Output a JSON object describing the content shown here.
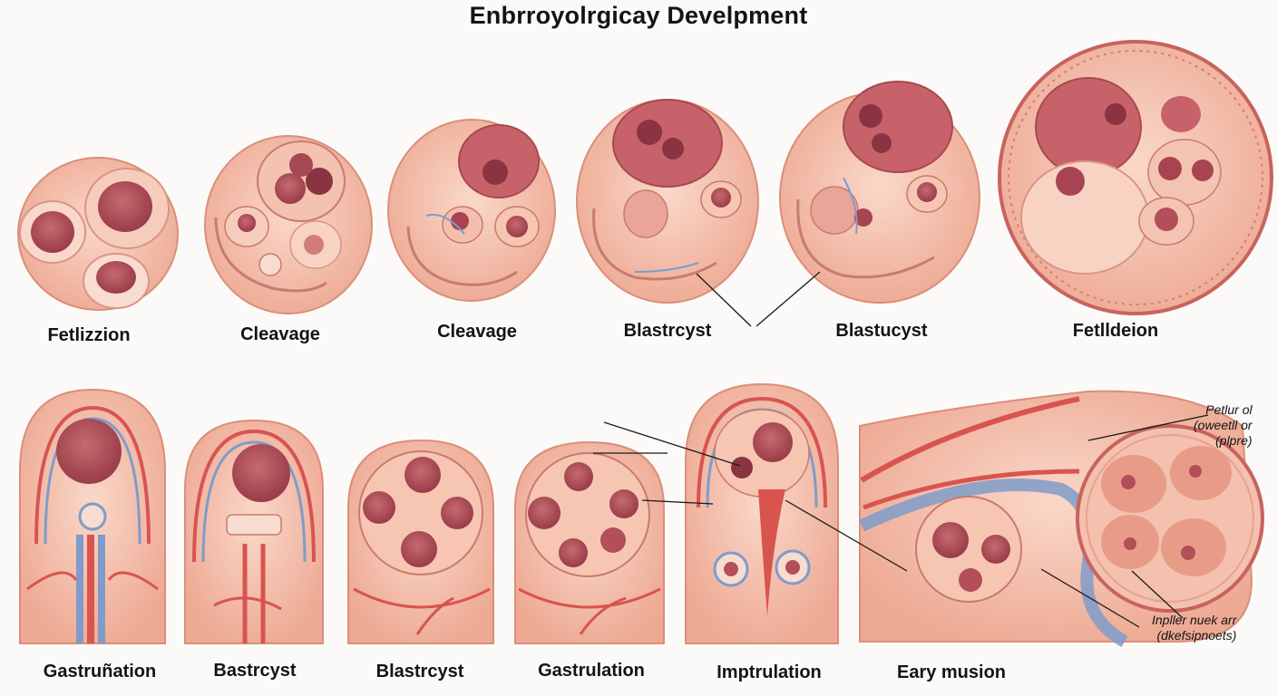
{
  "title": "Enbrroyolrgicay Develpment",
  "top_row": [
    {
      "label": "Fetlizzion"
    },
    {
      "label": "Cleavage"
    },
    {
      "label": "Cleavage"
    },
    {
      "label": "Blastrcyst"
    },
    {
      "label": "Blastucyst"
    },
    {
      "label": "Fetlldeion"
    }
  ],
  "bottom_row": [
    {
      "label": "Gastruñation"
    },
    {
      "label": "Bastrcyst"
    },
    {
      "label": "Blastrcyst"
    },
    {
      "label": "Gastrulation"
    },
    {
      "label": "Imptrulation"
    },
    {
      "label": "Eary musion"
    }
  ],
  "callouts": {
    "upper": [
      "Petlur ol",
      "(oweetll or",
      "(plpre)"
    ],
    "lower": [
      "Inpller nuek arr",
      "(dkefsipnoets)"
    ]
  },
  "colors": {
    "tissue": "#f2b7a4",
    "tissue_light": "#f8d3c4",
    "nucleus": "#b24f59",
    "nucleus_dark": "#7d2634",
    "vessel_red": "#d9544f",
    "vessel_blue": "#7f9cc9",
    "rim": "#c8635f"
  }
}
